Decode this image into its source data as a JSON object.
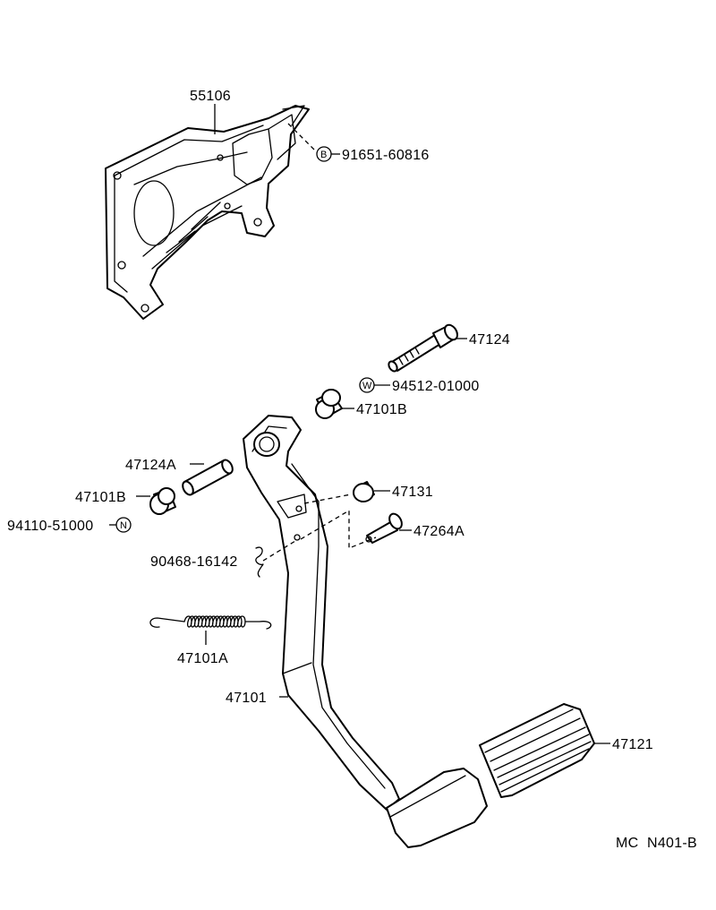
{
  "parts": {
    "p55106": "55106",
    "p91651": "91651-60816",
    "p47124": "47124",
    "p94512": "94512-01000",
    "p47101B_top": "47101B",
    "p47124A": "47124A",
    "p47101B_left": "47101B",
    "p94110": "94110-51000",
    "p47131": "47131",
    "p47264A": "47264A",
    "p90468": "90468-16142",
    "p47101A": "47101A",
    "p47101": "47101",
    "p47121": "47121"
  },
  "symbols": {
    "bolt_b": "B",
    "washer_w": "W",
    "nut_n": "N"
  },
  "diagram_code": "MC  N401-B"
}
